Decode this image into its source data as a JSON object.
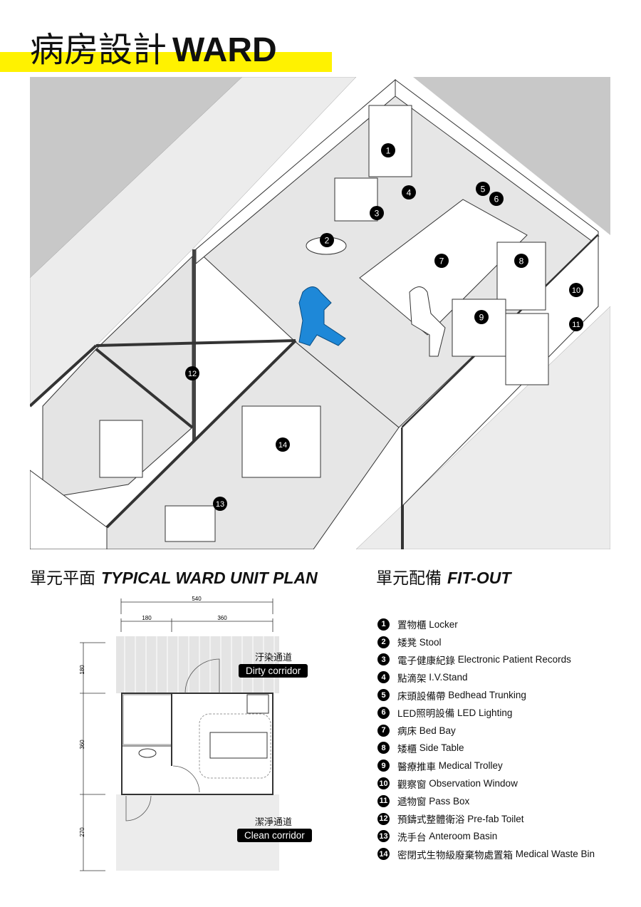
{
  "title": {
    "zh": "病房設計",
    "en": "WARD",
    "accent": "#fff200"
  },
  "plan_heading": {
    "zh": "單元平面",
    "en": "TYPICAL WARD UNIT PLAN"
  },
  "fitout_heading": {
    "zh": "單元配備",
    "en": "FIT-OUT"
  },
  "markers": [
    "1",
    "2",
    "3",
    "4",
    "5",
    "6",
    "7",
    "8",
    "9",
    "10",
    "11",
    "12",
    "13",
    "14"
  ],
  "plan": {
    "dims": {
      "total": "540",
      "left": "180",
      "right": "360",
      "v1": "180",
      "v2": "360",
      "v3": "270"
    },
    "dirty": {
      "zh": "汙染通道",
      "en": "Dirty corridor"
    },
    "clean": {
      "zh": "潔淨通道",
      "en": "Clean corridor"
    }
  },
  "legend": [
    {
      "n": "1",
      "zh": "置物櫃",
      "en": "Locker"
    },
    {
      "n": "2",
      "zh": "矮凳",
      "en": "Stool"
    },
    {
      "n": "3",
      "zh": "電子健康紀錄",
      "en": "Electronic Patient Records"
    },
    {
      "n": "4",
      "zh": "點滴架",
      "en": "I.V.Stand"
    },
    {
      "n": "5",
      "zh": "床頭設備帶",
      "en": "Bedhead Trunking"
    },
    {
      "n": "6",
      "zh": "LED照明設備",
      "en": "LED Lighting"
    },
    {
      "n": "7",
      "zh": "病床",
      "en": "Bed Bay"
    },
    {
      "n": "8",
      "zh": "矮櫃",
      "en": "Side Table"
    },
    {
      "n": "9",
      "zh": "醫療推車",
      "en": "Medical Trolley"
    },
    {
      "n": "10",
      "zh": "觀察窗",
      "en": "Observation Window"
    },
    {
      "n": "11",
      "zh": "遞物窗",
      "en": "Pass Box"
    },
    {
      "n": "12",
      "zh": "預鑄式整體衛浴",
      "en": "Pre-fab Toilet"
    },
    {
      "n": "13",
      "zh": "洗手台",
      "en": "Anteroom Basin"
    },
    {
      "n": "14",
      "zh": "密閉式生物級廢棄物處置箱",
      "en": "Medical Waste Bin"
    }
  ],
  "colors": {
    "ppe_figure": "#1e88d8",
    "floor": "#e6e6e6",
    "outside": "#c8c8c8"
  }
}
